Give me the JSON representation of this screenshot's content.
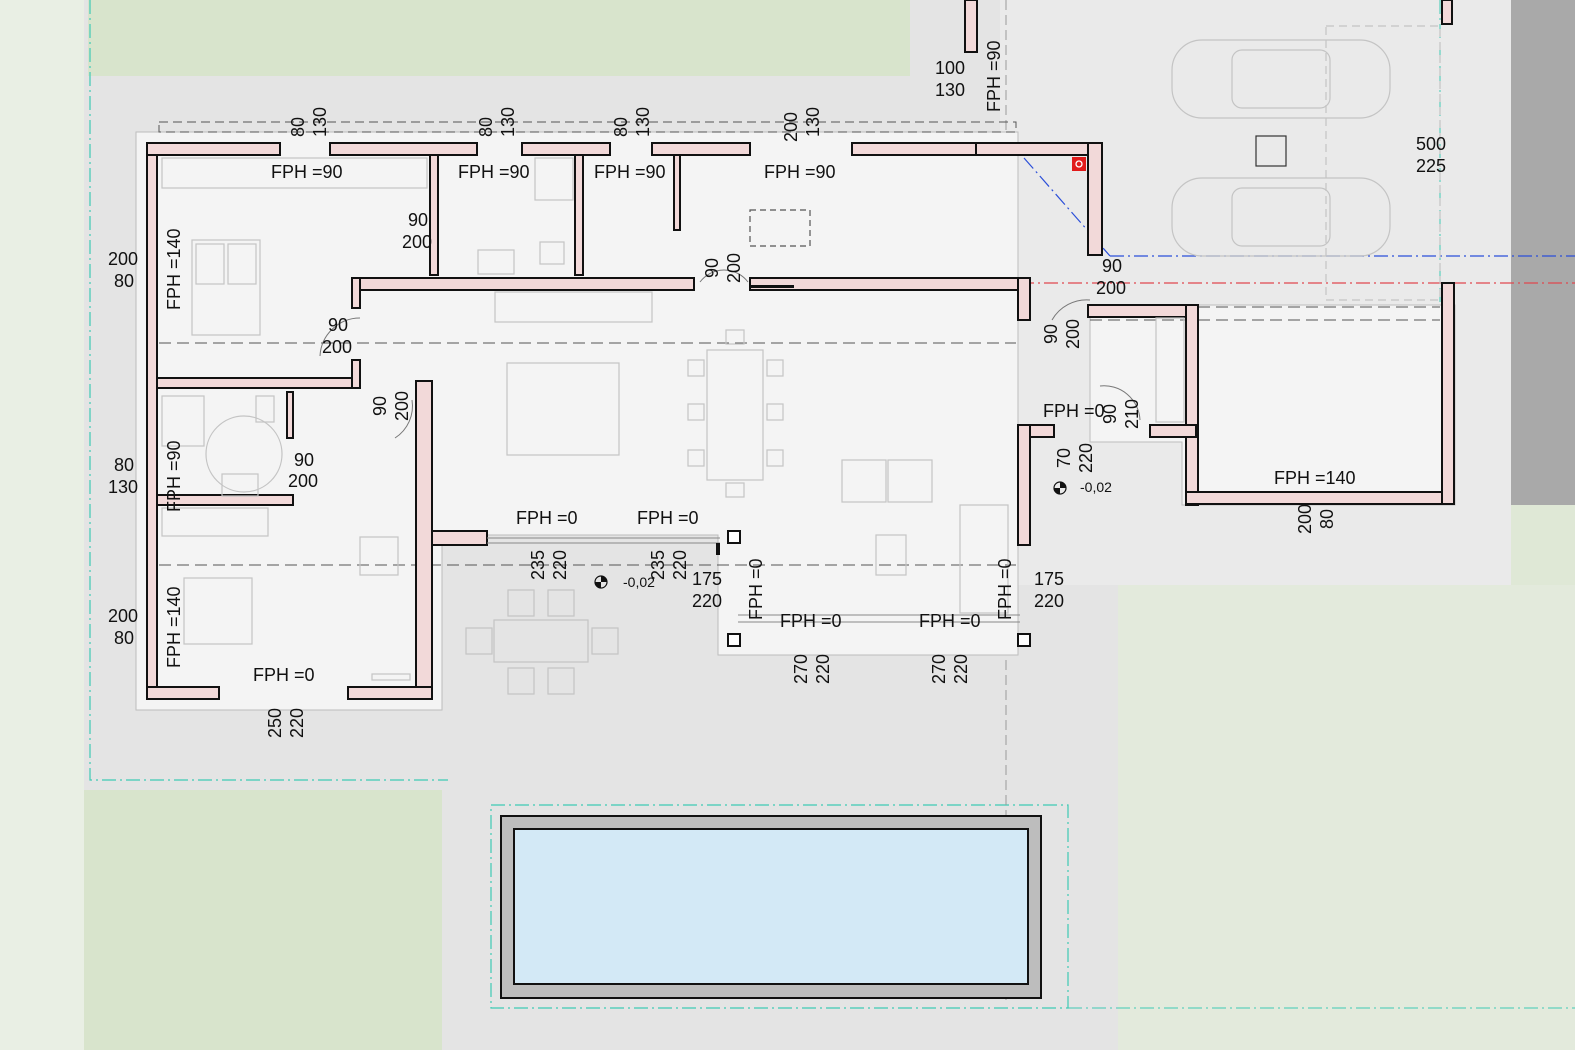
{
  "fph_labels": {
    "bed1_top": "FPH =90",
    "room2_top": "FPH =90",
    "room3_top": "FPH =90",
    "kitchen_top": "FPH =90",
    "bed1_left": "FPH =140",
    "bath_left": "FPH =90",
    "bed2_left": "FPH =140",
    "bed2_bottom": "FPH =0",
    "living_opening_1": "FPH =0",
    "living_opening_2": "FPH =0",
    "porch_left": "FPH =0",
    "porch_bottom_1": "FPH =0",
    "porch_bottom_2": "FPH =0",
    "porch_right": "FPH =0",
    "entry": "FPH =0",
    "garage_bottom": "FPH =140",
    "carport_top": "FPH =90"
  },
  "openings": [
    {
      "w": "80",
      "h": "130"
    },
    {
      "w": "80",
      "h": "130"
    },
    {
      "w": "80",
      "h": "130"
    },
    {
      "w": "200",
      "h": "130"
    },
    {
      "w": "100",
      "h": "130"
    },
    {
      "w": "500",
      "h": "225"
    },
    {
      "w": "200",
      "h": "80"
    },
    {
      "w": "90",
      "h": "200"
    },
    {
      "w": "90",
      "h": "200"
    },
    {
      "w": "90",
      "h": "200"
    },
    {
      "w": "90",
      "h": "200"
    },
    {
      "w": "80",
      "h": "130"
    },
    {
      "w": "90",
      "h": "200"
    },
    {
      "w": "200",
      "h": "80"
    },
    {
      "w": "250",
      "h": "220"
    },
    {
      "w": "235",
      "h": "220"
    },
    {
      "w": "235",
      "h": "220"
    },
    {
      "w": "175",
      "h": "220"
    },
    {
      "w": "175",
      "h": "220"
    },
    {
      "w": "270",
      "h": "220"
    },
    {
      "w": "270",
      "h": "220"
    },
    {
      "w": "90",
      "h": "200"
    },
    {
      "w": "90",
      "h": "200"
    },
    {
      "w": "90",
      "h": "210"
    },
    {
      "w": "70",
      "h": "220"
    },
    {
      "w": "200",
      "h": "80"
    }
  ],
  "levels": {
    "terrace": "-0,02",
    "entry": "-0,02"
  },
  "colors": {
    "lawn": "#d8e4cc",
    "paving": "#e3e3e3",
    "floor": "#f3f3f3",
    "wall_fill": "#f2d9d9",
    "wall_line": "#111111",
    "pool_water": "#d3e9f6",
    "pool_coping": "#bdbdbd",
    "boundary": "#3fc9b4",
    "axis_red": "#e0474f",
    "axis_blue": "#2b4fd9"
  }
}
